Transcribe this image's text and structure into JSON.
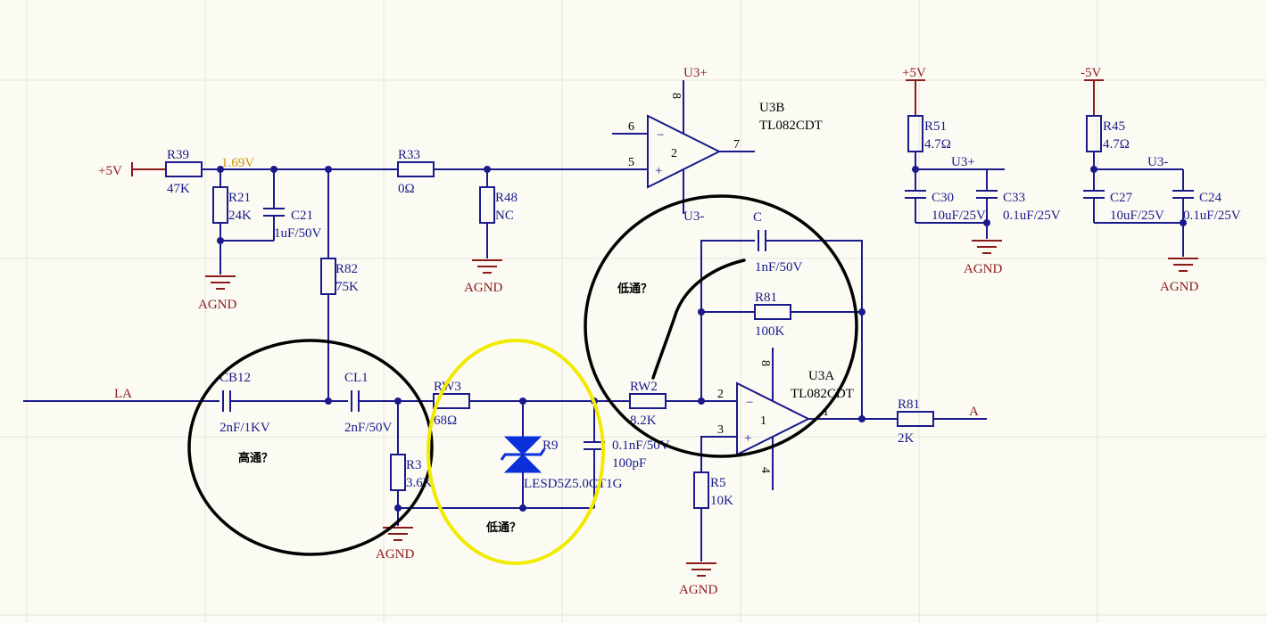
{
  "nets": {
    "vplus_left": "+5V",
    "vplus_right": "+5V",
    "vminus_right": "-5V",
    "u3plus_top": "U3+",
    "u3minus_top": "U3-",
    "u3plus_right": "U3+",
    "u3minus_right": "U3-",
    "agnd1": "AGND",
    "agnd2": "AGND",
    "agnd3": "AGND",
    "agnd4": "AGND",
    "agnd5": "AGND",
    "agnd6": "AGND",
    "input": "LA",
    "output": "A",
    "probe_voltage": "1.69V"
  },
  "components": {
    "r39": {
      "ref": "R39",
      "value": "47K"
    },
    "r21": {
      "ref": "R21",
      "value": "24K"
    },
    "c21": {
      "ref": "C21",
      "value": "1uF/50V"
    },
    "r33": {
      "ref": "R33",
      "value": "0Ω"
    },
    "r48": {
      "ref": "R48",
      "value": "NC"
    },
    "r82": {
      "ref": "R82",
      "value": "75K"
    },
    "cb12": {
      "ref": "CB12",
      "value": "2nF/1KV"
    },
    "cl1": {
      "ref": "CL1",
      "value": "2nF/50V"
    },
    "r3": {
      "ref": "R3",
      "value": "3.6K"
    },
    "rw3": {
      "ref": "RW3",
      "value": "68Ω"
    },
    "r9": {
      "ref": "R9",
      "value": "LESD5Z5.0CT1G"
    },
    "c_tvs": {
      "value1": "0.1nF/50V",
      "value2": "100pF"
    },
    "rw2": {
      "ref": "RW2",
      "value": "8.2K"
    },
    "c_fb": {
      "ref": "C",
      "value": "1nF/50V"
    },
    "r81_fb": {
      "ref": "R81",
      "value": "100K"
    },
    "u3a": {
      "ref": "U3A",
      "part": "TL082CDT",
      "unit": "1"
    },
    "u3b": {
      "ref": "U3B",
      "part": "TL082CDT",
      "unit": "2"
    },
    "r5": {
      "ref": "R5",
      "value": "10K"
    },
    "r81_out": {
      "ref": "R81",
      "value": "2K"
    },
    "r51": {
      "ref": "R51",
      "value": "4.7Ω"
    },
    "c30": {
      "ref": "C30",
      "value": "10uF/25V"
    },
    "c33": {
      "ref": "C33",
      "value": "0.1uF/25V"
    },
    "r45": {
      "ref": "R45",
      "value": "4.7Ω"
    },
    "c27": {
      "ref": "C27",
      "value": "10uF/25V"
    },
    "c24": {
      "ref": "C24",
      "value": "0.1uF/25V"
    }
  },
  "pins": {
    "u3b_6": "6",
    "u3b_5": "5",
    "u3b_7": "7",
    "u3b_8": "8",
    "u3a_2": "2",
    "u3a_3": "3",
    "u3a_1": "1",
    "u3a_8": "8",
    "u3a_4": "4",
    "minus": "−",
    "plus": "+"
  },
  "annotations": {
    "highpass": "高通？",
    "lowpass_tvs": "低通？",
    "lowpass_fb": "低通？"
  },
  "colors": {
    "wire": "#1a1a8c",
    "net_label": "#8b1a1a",
    "probe": "#d4900a",
    "circle_black": "#000000",
    "circle_yellow": "#f2ea00"
  }
}
